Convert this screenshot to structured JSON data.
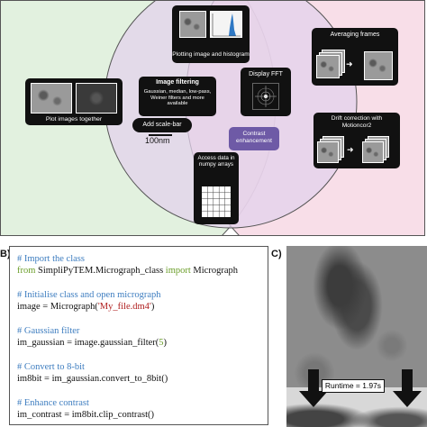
{
  "panel_a": {
    "plot_histogram_label": "Plotting image and histogram",
    "averaging_label": "Averaging frames",
    "image_filtering_title": "Image filtering",
    "image_filtering_desc": "Gaussian, median, low-pass, Weiner filters and more available",
    "display_fft_label": "Display FFT",
    "plot_together_label": "Plot images together",
    "scale_bar_label": "Add scale-bar",
    "scale_bar_value": "100nm",
    "contrast_label": "Contrast enhancement",
    "drift_label": "Drift correction with Motioncor2",
    "numpy_label": "Access data in numpy arrays"
  },
  "panel_b": {
    "letter": "B)",
    "lines": [
      {
        "parts": [
          {
            "t": "# Import the class",
            "c": "cmt"
          }
        ]
      },
      {
        "parts": [
          {
            "t": "from ",
            "c": "kw"
          },
          {
            "t": "SimpliPyTEM.Micrograph_class ",
            "c": ""
          },
          {
            "t": "import ",
            "c": "kw"
          },
          {
            "t": "Micrograph",
            "c": ""
          }
        ]
      },
      {
        "parts": []
      },
      {
        "parts": [
          {
            "t": "# Initialise class and open micrograph",
            "c": "cmt"
          }
        ]
      },
      {
        "parts": [
          {
            "t": "image = Micrograph(",
            "c": ""
          },
          {
            "t": "'My_file.dm4'",
            "c": "str"
          },
          {
            "t": ")",
            "c": ""
          }
        ]
      },
      {
        "parts": []
      },
      {
        "parts": [
          {
            "t": "# Gaussian filter",
            "c": "cmt"
          }
        ]
      },
      {
        "parts": [
          {
            "t": "im_gaussian = image.gaussian_filter(",
            "c": ""
          },
          {
            "t": "5",
            "c": "num"
          },
          {
            "t": ")",
            "c": ""
          }
        ]
      },
      {
        "parts": []
      },
      {
        "parts": [
          {
            "t": "# Convert to 8-bit",
            "c": "cmt"
          }
        ]
      },
      {
        "parts": [
          {
            "t": "im8bit = im_gaussian.convert_to_8bit()",
            "c": ""
          }
        ]
      },
      {
        "parts": []
      },
      {
        "parts": [
          {
            "t": "# Enhance contrast",
            "c": "cmt"
          }
        ]
      },
      {
        "parts": [
          {
            "t": "im_contrast = im8bit.clip_contrast()",
            "c": ""
          }
        ]
      }
    ]
  },
  "panel_c": {
    "letter": "C)",
    "runtime_label": "Runtime = 1.97s"
  },
  "colors": {
    "green_circle": "#d8ecd4",
    "purple_circle": "#e3d2ec",
    "pink_circle": "#f5d3e0",
    "purple_box": "#6e5aa6",
    "comment": "#3f7ec0",
    "keyword": "#6b9e2a",
    "string": "#b02020"
  }
}
